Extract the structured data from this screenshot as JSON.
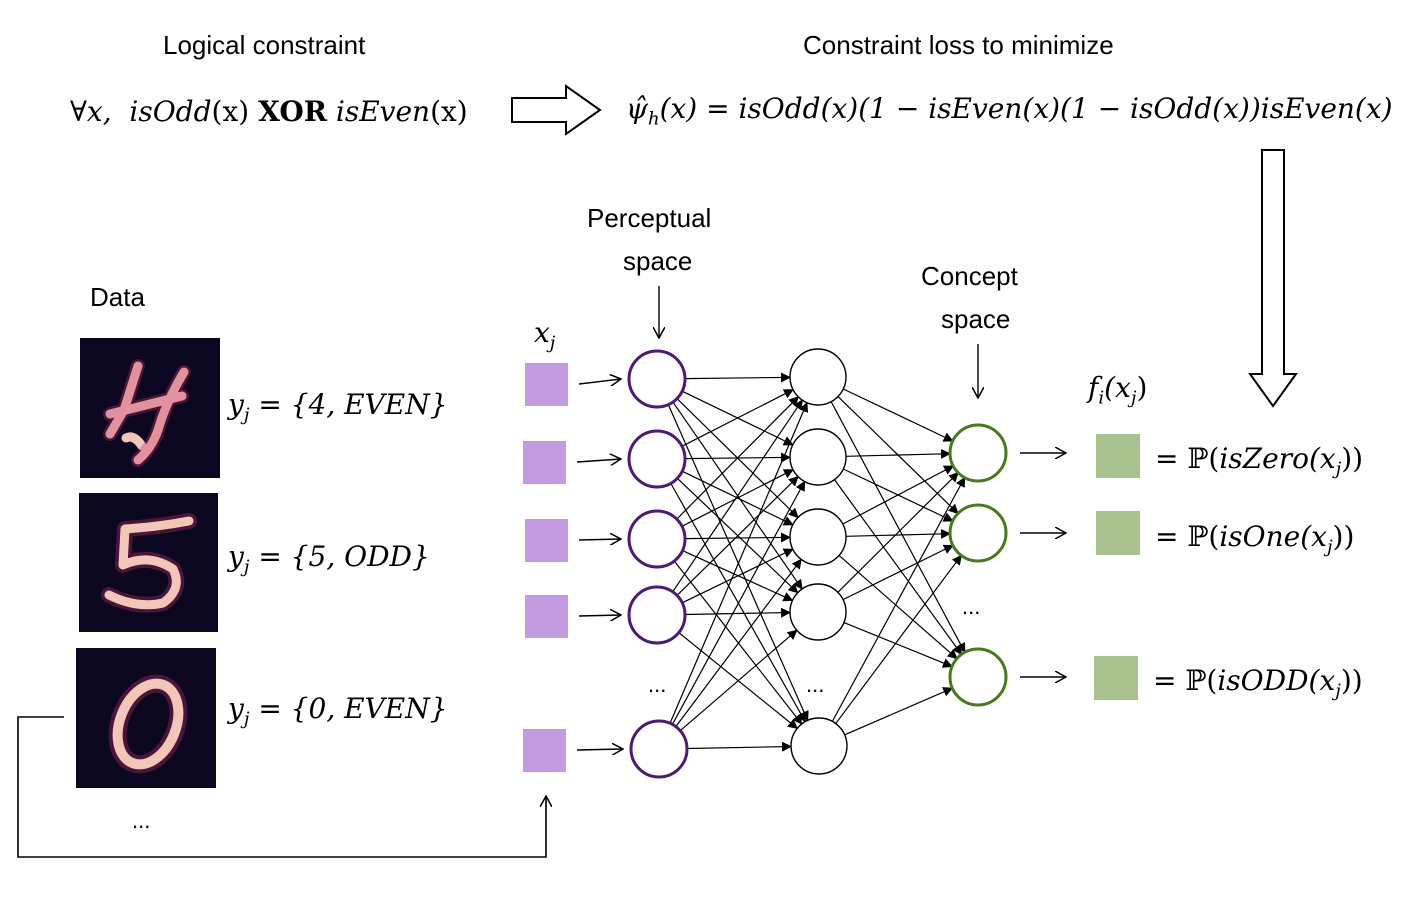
{
  "header": {
    "logical_title": "Logical constraint",
    "loss_title": "Constraint loss to minimize",
    "constraint_forall": "∀x,",
    "constraint_a": "isOdd",
    "constraint_xor": "XOR",
    "constraint_b": "isEven",
    "constraint_arg": "(x)",
    "loss_lhs_psi": "ψ̂",
    "loss_lhs_sub": "h",
    "loss_rhs": "(x) = isOdd(x)(1 − isEven(x)(1 − isOdd(x))isEven(x)"
  },
  "data_section": {
    "title": "Data",
    "samples": [
      {
        "digit": "4",
        "label_prefix": "y",
        "label_sub": "j",
        "label_value": " = {4, EVEN}"
      },
      {
        "digit": "5",
        "label_prefix": "y",
        "label_sub": "j",
        "label_value": " = {5, ODD}"
      },
      {
        "digit": "0",
        "label_prefix": "y",
        "label_sub": "j",
        "label_value": " = {0, EVEN}"
      }
    ],
    "ellipsis": "..."
  },
  "network": {
    "input_label": "x",
    "input_label_sub": "j",
    "perceptual_label_1": "Perceptual",
    "perceptual_label_2": "space",
    "concept_label_1": "Concept",
    "concept_label_2": "space",
    "hidden_ellipsis": "...",
    "hidden2_ellipsis": "...",
    "concept_ellipsis": "...",
    "output_func": "f",
    "output_func_sub": "i",
    "output_func_arg": "(x",
    "output_func_arg_sub": "j",
    "output_func_close": ")",
    "outputs": [
      {
        "prefix": "= ℙ(",
        "pred": "isZero",
        "arg": "(x",
        "sub": "j",
        "close": "))"
      },
      {
        "prefix": "= ℙ(",
        "pred": "isOne",
        "arg": "(x",
        "sub": "j",
        "close": "))"
      },
      {
        "prefix": "= ℙ(",
        "pred": "isODD",
        "arg": "(x",
        "sub": "j",
        "close": "))"
      }
    ]
  },
  "colors": {
    "input_square": "#c39be0",
    "perceptual_node": "#4b1a7a",
    "concept_node": "#4a7a1a",
    "output_square": "#a9c18f",
    "digit_bg": "#0b0720",
    "digit_stroke": "#f3c7b8"
  }
}
